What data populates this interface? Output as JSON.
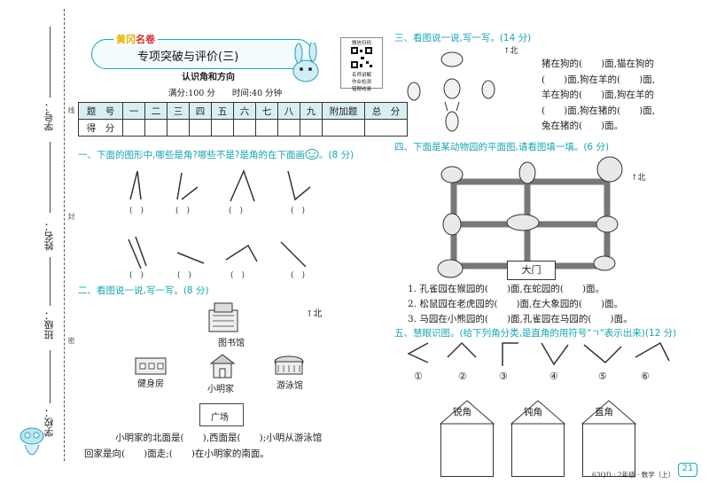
{
  "side": {
    "label_xuehao": "学号：",
    "label_xingming": "姓名：",
    "label_banji": "班级：",
    "label_xuexiao": "学校：",
    "small1": "线",
    "small2": "封",
    "small3": "密"
  },
  "header": {
    "brand_a": "黄冈",
    "brand_b": "名卷",
    "title": "专项突破与评价(三)",
    "subtitle": "认识角和方向",
    "meta": "满分:100 分　　时间:40 分钟",
    "qr_caption": "微信扫码",
    "qr_lines": [
      "名师讲解",
      "作业检测",
      "错题收录"
    ]
  },
  "score_table": {
    "head": [
      "题　号",
      "一",
      "二",
      "三",
      "四",
      "五",
      "六",
      "七",
      "八",
      "九",
      "附加题",
      "总　分"
    ],
    "row_label": "得　分"
  },
  "q1": {
    "title": "一、下面的图形中,哪些是角?哪些不是?是角的在下面画",
    "tail": "。(8 分)",
    "blank": "(　)"
  },
  "q2": {
    "title": "二、看图说一说,写一写。(8 分)",
    "north": "北",
    "library": "图书馆",
    "gym": "健身房",
    "home": "小明家",
    "pool": "游泳馆",
    "square": "广场",
    "text1": "小明家的北面是(　　),西面是(　　);小明从游泳馆",
    "text2": "回家是向(　　)面走;(　　)在小明家的南面。"
  },
  "q3": {
    "title": "三、看图说一说,写一写。(14 分)",
    "north": "北",
    "lines": [
      "猪在狗的(　　)面,猫在狗的",
      "(　　)面,狗在羊的(　　)面,",
      "羊在狗的(　　)面,狗在羊的",
      "(　　)面,狗在猪的(　　)面,",
      "兔在猪的(　　)面。"
    ]
  },
  "q4": {
    "title": "四、下面是某动物园的平面图,请看图填一填。(6 分)",
    "north": "北",
    "gate": "大门",
    "items": [
      "1. 孔雀园在猴园的(　　)面,在蛇园的(　　)面。",
      "2. 松鼠园在老虎园的(　　)面,在大象园的(　　)面。",
      "3. 马园在小熊园的(　　)面,孔雀园在马园的(　　)面。"
    ]
  },
  "q5": {
    "title": "五、慧眼识图。(给下列角分类,是直角的用符号\"ㄱ\"表示出来)(12 分)",
    "nums": [
      "①",
      "②",
      "③",
      "④",
      "⑤",
      "⑥"
    ],
    "houses": [
      "锐角",
      "钝角",
      "直角"
    ]
  },
  "footer": {
    "code": "63QD · 2年级 · 数学（上）",
    "page": "21"
  }
}
